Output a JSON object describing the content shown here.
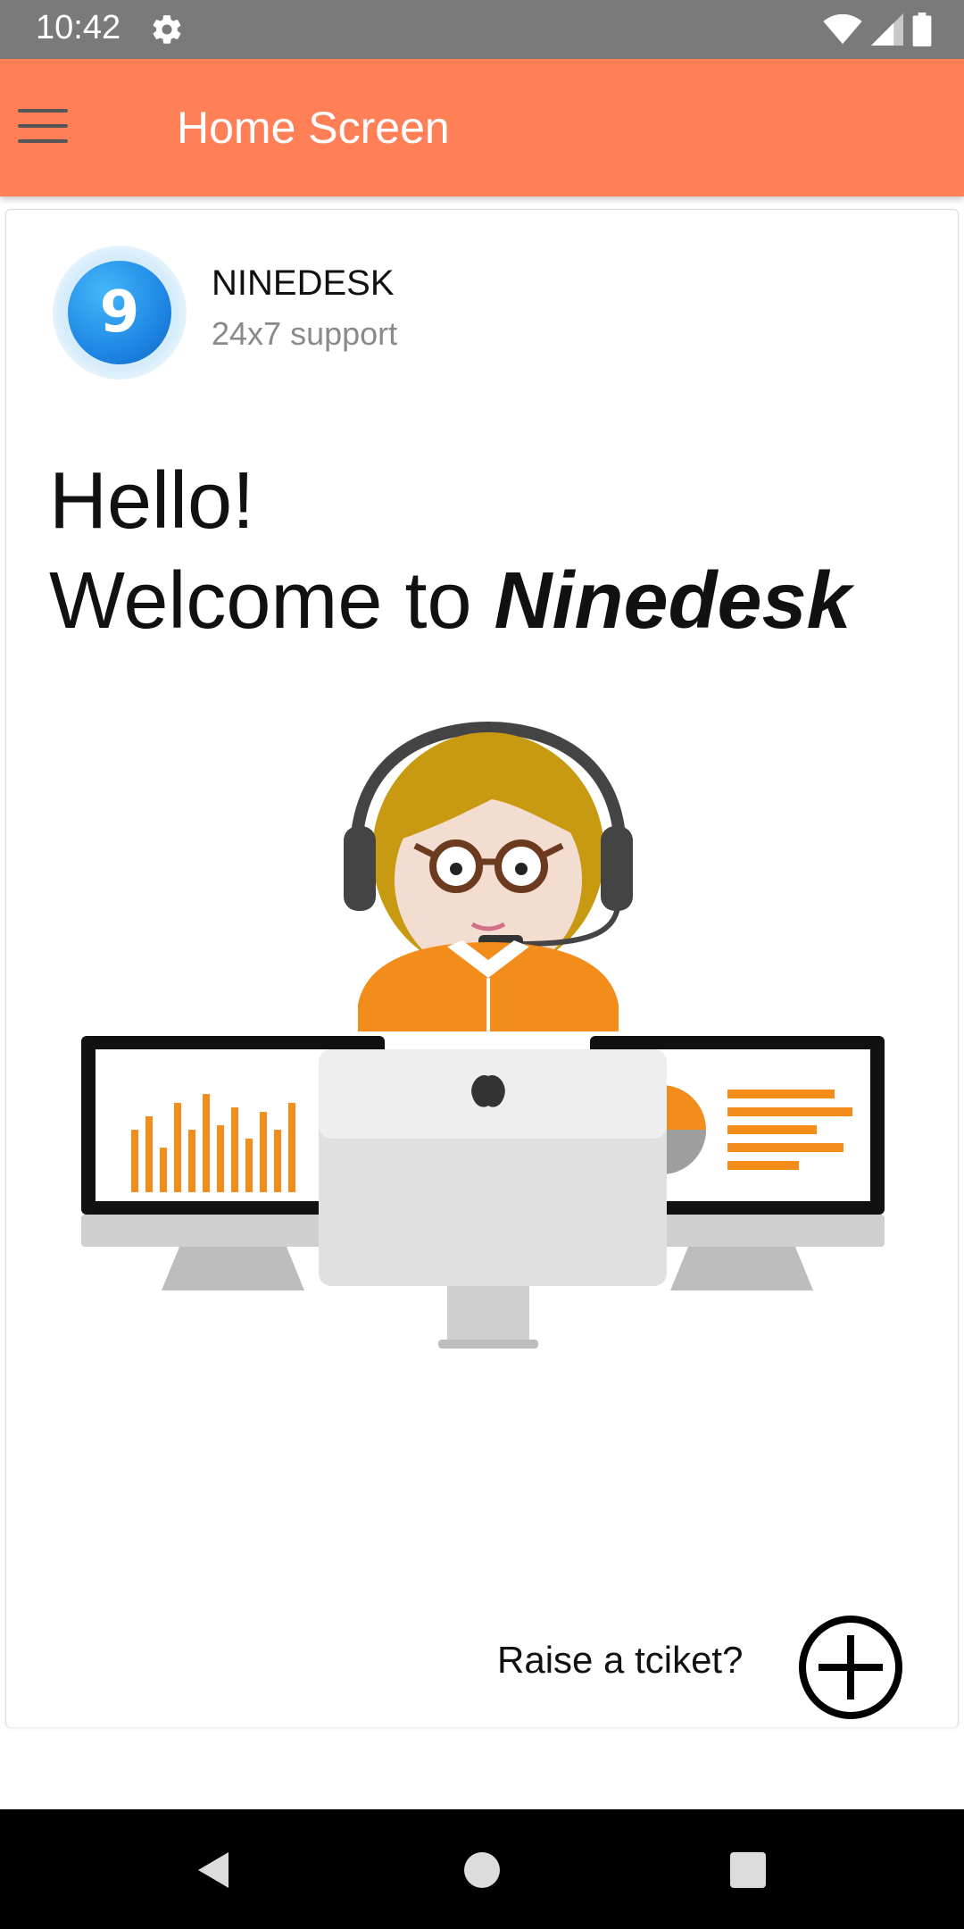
{
  "status_bar": {
    "time": "10:42",
    "icons": [
      "gear-icon",
      "wifi-icon",
      "signal-icon",
      "battery-icon"
    ]
  },
  "app_bar": {
    "title": "Home Screen",
    "menu_icon": "hamburger-menu-icon",
    "color": "#ff7f57"
  },
  "brand": {
    "logo_text": "9",
    "name": "NINEDESK",
    "tagline": "24x7 support"
  },
  "greeting": {
    "line1": "Hello!",
    "line2_prefix": "Welcome to ",
    "line2_brand": "Ninedesk"
  },
  "raise_ticket": {
    "label": "Raise a tciket?",
    "icon": "plus-circle-icon"
  },
  "nav_bar": {
    "icons": [
      "back-icon",
      "home-icon",
      "recents-icon"
    ]
  }
}
